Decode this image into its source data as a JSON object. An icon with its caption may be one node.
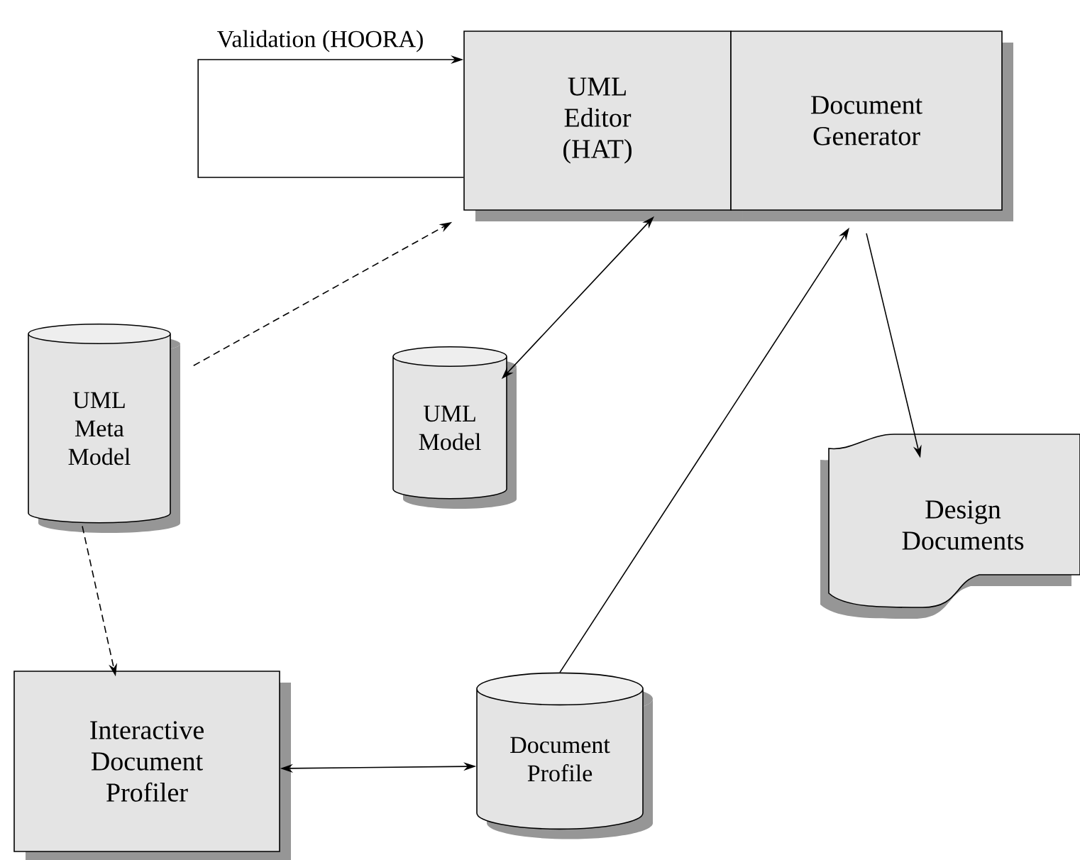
{
  "diagram": {
    "nodes": [
      {
        "text": [
          "UML Editor (HAT)"
        ]
      },
      {
        "text": [
          "Document Generator"
        ]
      },
      {
        "text": [
          "UML Meta Model"
        ]
      },
      {
        "text": [
          "UML Model"
        ]
      },
      {
        "text": [
          "Design Documents"
        ]
      },
      {
        "text": [
          "Interactive Document Profiler"
        ]
      },
      {
        "text": [
          "Document Profile"
        ]
      }
    ],
    "edges": [
      {
        "from": 0,
        "to": 0,
        "arrow": "to",
        "label": "Validation (HOORA)"
      },
      {
        "from": 2,
        "to": 0,
        "arrow": "to",
        "style": "dashed"
      },
      {
        "from": 0,
        "to": 3,
        "arrow": "both"
      },
      {
        "from": 6,
        "to": 1,
        "arrow": "to"
      },
      {
        "from": 1,
        "to": 4,
        "arrow": "to"
      },
      {
        "from": 2,
        "to": 5,
        "arrow": "to",
        "style": "dashed"
      },
      {
        "from": 5,
        "to": 6,
        "arrow": "both"
      }
    ]
  }
}
